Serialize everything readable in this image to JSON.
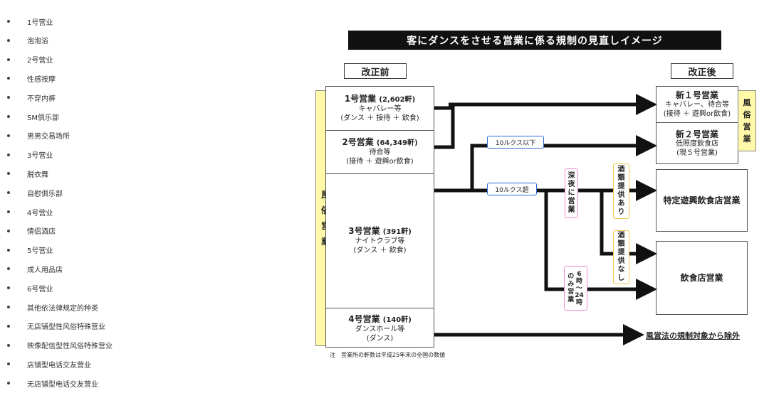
{
  "list": [
    "1号营业",
    "泡泡浴",
    "2号营业",
    "性感按摩",
    "不穿内裤",
    "SM俱乐部",
    "男男交易场所",
    "3号营业",
    "脱衣舞",
    "自慰俱乐部",
    "4号营业",
    "情侣酒店",
    "5号营业",
    "成人用品店",
    "6号营业",
    "其他依法律规定的种类",
    "无店铺型性风俗特殊营业",
    "映像配信型性风俗特殊营业",
    "店铺型电话交友营业",
    "无店铺型电话交友营业"
  ],
  "diagram": {
    "title": "客にダンスをさせる営業に係る規制の見直しイメージ",
    "before_label": "改正前",
    "after_label": "改正後",
    "left_vertical": [
      "風",
      "俗",
      "営",
      "業"
    ],
    "right_vertical": [
      "風",
      "俗",
      "営",
      "業"
    ],
    "cells": [
      {
        "name": "1号営業",
        "count": "(2,602軒)",
        "sub": "キャバレー等",
        "detail": "(ダンス ＋ 接待 ＋ 飲食)"
      },
      {
        "name": "2号営業",
        "count": "(64,349軒)",
        "sub": "待合等",
        "detail": "(接待 ＋ 遊興or飲食)"
      },
      {
        "name": "3号営業",
        "count": "(391軒)",
        "sub": "ナイトクラブ等",
        "detail": "(ダンス ＋ 飲食)"
      },
      {
        "name": "4号営業",
        "count": "(140軒)",
        "sub": "ダンスホール等",
        "detail": "(ダンス)"
      }
    ],
    "right_top": [
      {
        "name": "新１号営業",
        "sub": "キャバレー、待合等",
        "detail": "(接待 ＋ 遊興or飲食)"
      },
      {
        "name": "新２号営業",
        "sub": "低照度飲食店",
        "detail": "(現５号営業)"
      }
    ],
    "tag_below": "10ルクス以下",
    "tag_above": "10ルクス超",
    "tag_late_night": [
      "深",
      "夜",
      "に",
      "営",
      "業"
    ],
    "tag_hours_a": [
      "の",
      "み",
      "営",
      "業"
    ],
    "tag_hours_b": [
      "6",
      "時",
      "〜",
      "24",
      "時"
    ],
    "tag_alcohol_yes": [
      "酒",
      "類",
      "提",
      "供",
      "あ",
      "り"
    ],
    "tag_alcohol_no": [
      "酒",
      "類",
      "提",
      "供",
      "な",
      "し"
    ],
    "box_special": "特定遊興飲食店営業",
    "box_restaurant": "飲食店営業",
    "exclude_text": "風営法の規制対象から除外",
    "note": "注　営業所の軒数は平成25年末の全国の数値"
  }
}
